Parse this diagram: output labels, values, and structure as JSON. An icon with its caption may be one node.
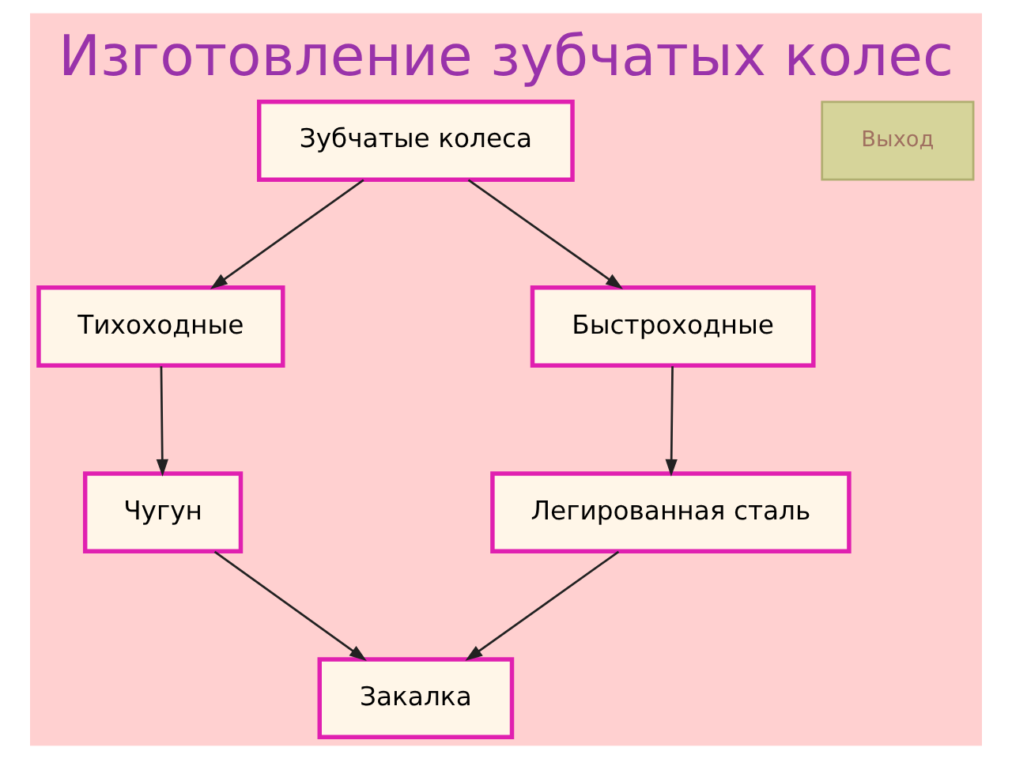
{
  "diagram": {
    "title": "Изготовление зубчатых колес",
    "nodes": [
      {
        "text": [
          "Зубчатые колеса"
        ]
      },
      {
        "text": [
          "Тихоходные"
        ]
      },
      {
        "text": [
          "Быстроходные"
        ]
      },
      {
        "text": [
          "Чугун"
        ]
      },
      {
        "text": [
          "Легированная сталь"
        ]
      },
      {
        "text": [
          "Закалка"
        ]
      }
    ],
    "edges": [
      {
        "from": 0,
        "to": 1,
        "arrow": "to"
      },
      {
        "from": 0,
        "to": 2,
        "arrow": "to"
      },
      {
        "from": 1,
        "to": 3,
        "arrow": "to"
      },
      {
        "from": 2,
        "to": 4,
        "arrow": "to"
      },
      {
        "from": 3,
        "to": 5,
        "arrow": "to"
      },
      {
        "from": 4,
        "to": 5,
        "arrow": "to"
      }
    ],
    "labels": [
      "Выход"
    ]
  }
}
